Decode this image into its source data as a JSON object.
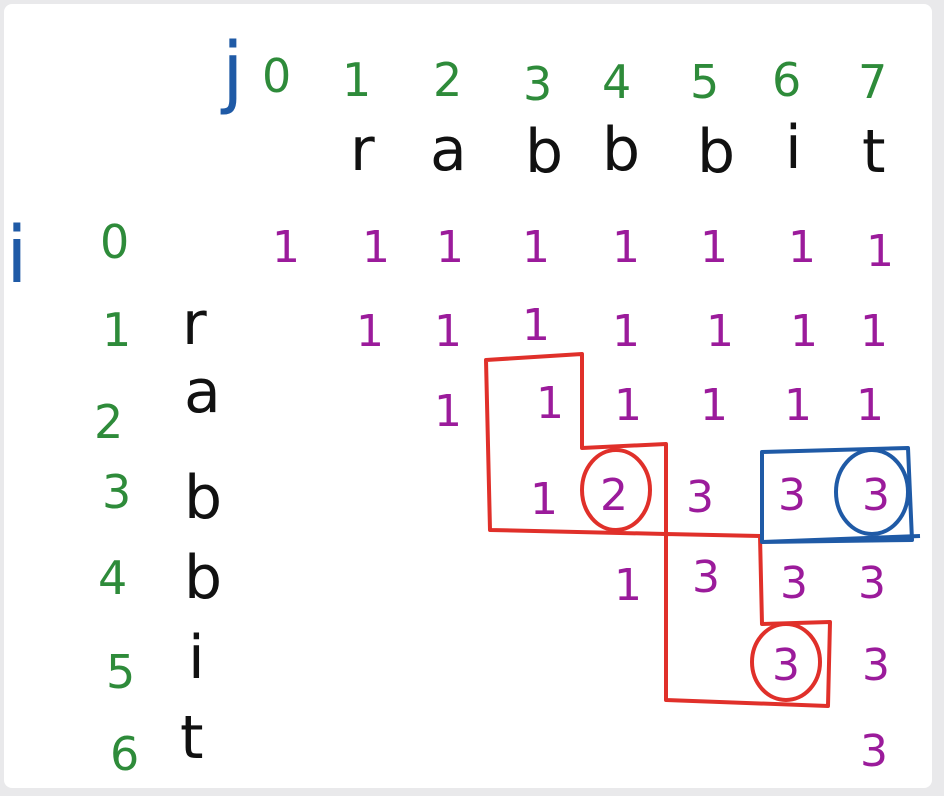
{
  "labels": {
    "j": "j",
    "i": "i"
  },
  "j_indices": [
    "0",
    "1",
    "2",
    "3",
    "4",
    "5",
    "6",
    "7"
  ],
  "t_letters": [
    "r",
    "a",
    "b",
    "b",
    "b",
    "i",
    "t"
  ],
  "i_indices": [
    "0",
    "1",
    "2",
    "3",
    "4",
    "5",
    "6"
  ],
  "s_letters": [
    "r",
    "a",
    "b",
    "b",
    "i",
    "t"
  ],
  "row0": [
    "1",
    "1",
    "1",
    "1",
    "1",
    "1",
    "1",
    "1"
  ],
  "row1": [
    "1",
    "1",
    "1",
    "1",
    "1",
    "1",
    "1"
  ],
  "row2": [
    "1",
    "1",
    "1",
    "1",
    "1",
    "1"
  ],
  "row3": [
    "1",
    "2",
    "3",
    "3",
    "3"
  ],
  "row4": [
    "1",
    "3",
    "3",
    "3"
  ],
  "row5": [
    "3",
    "3"
  ],
  "row6": [
    "3"
  ],
  "colors": {
    "red": "#e0302a",
    "blue": "#1f5aa6",
    "green": "#2e8b3a",
    "purple": "#9b1b9b"
  }
}
